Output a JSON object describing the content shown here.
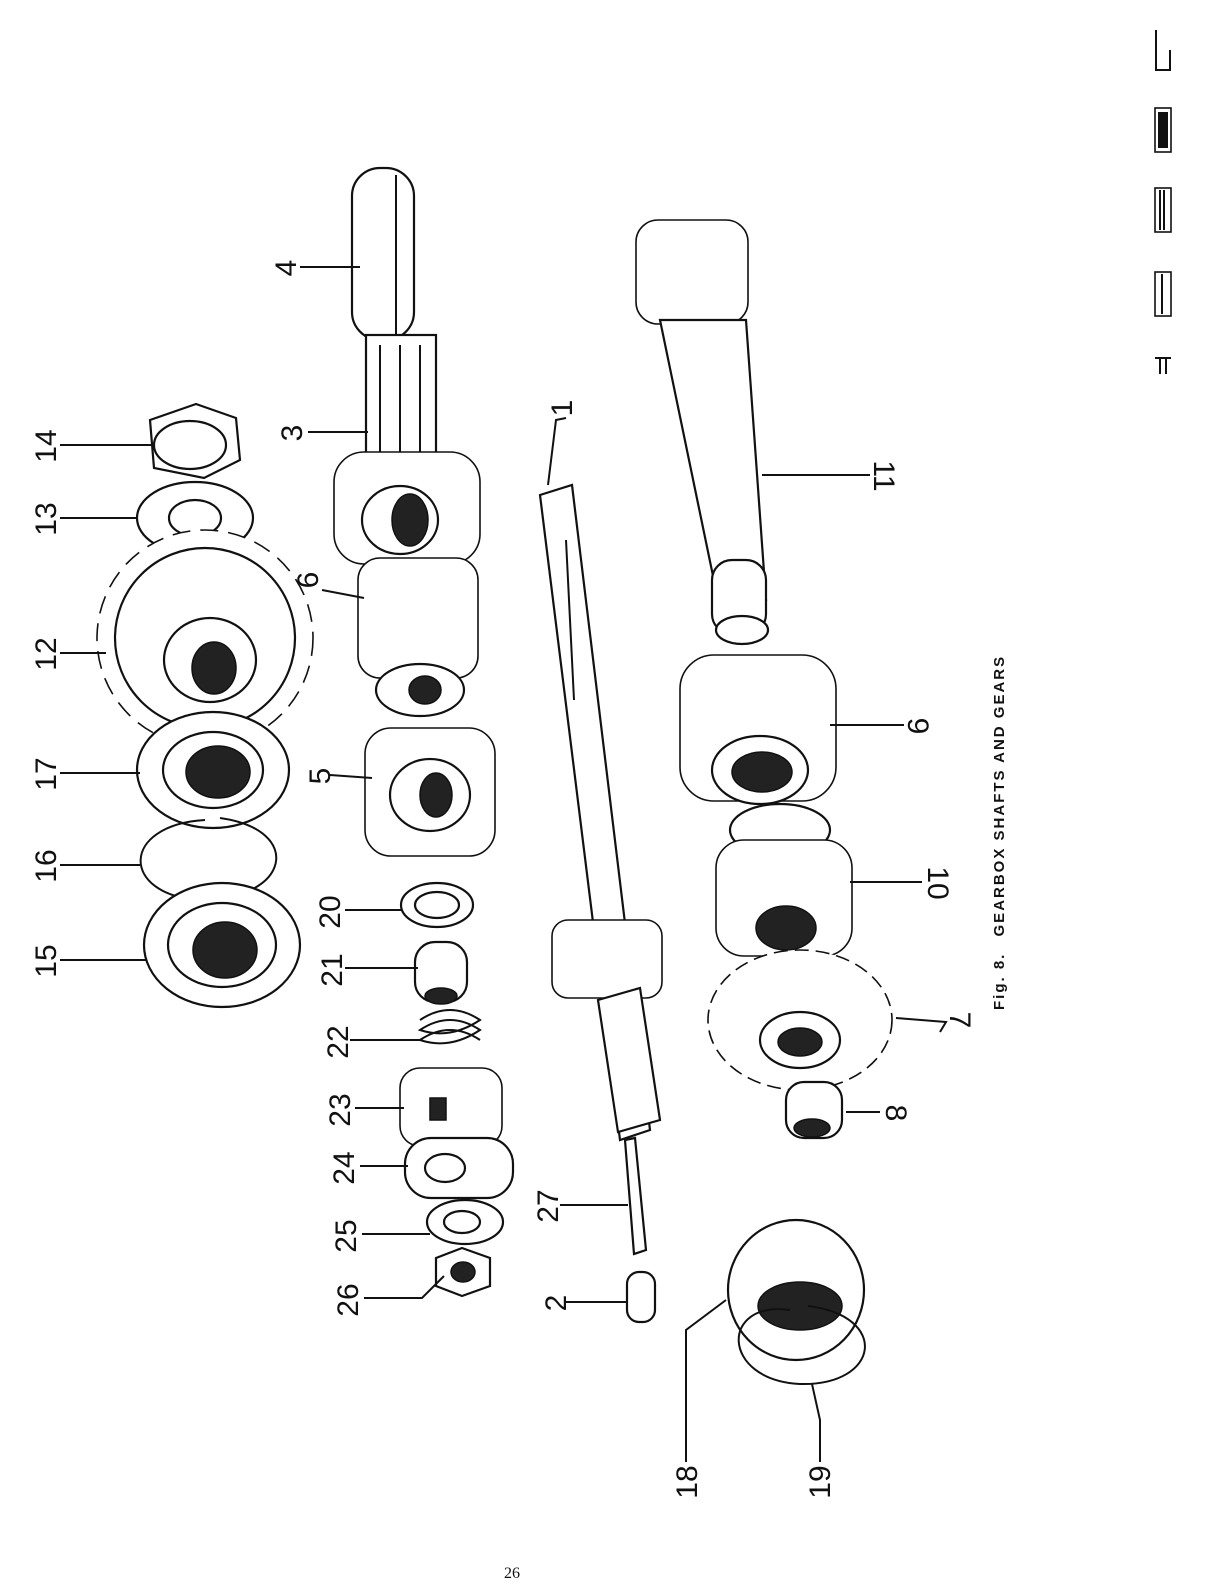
{
  "figure": {
    "number": "Fig. 8.",
    "caption": "GEARBOX SHAFTS AND GEARS"
  },
  "page_number": "26",
  "callouts": [
    "1",
    "2",
    "3",
    "4",
    "5",
    "6",
    "7",
    "8",
    "9",
    "10",
    "11",
    "12",
    "13",
    "14",
    "15",
    "16",
    "17",
    "18",
    "19",
    "20",
    "21",
    "22",
    "23",
    "24",
    "25",
    "26",
    "27"
  ]
}
